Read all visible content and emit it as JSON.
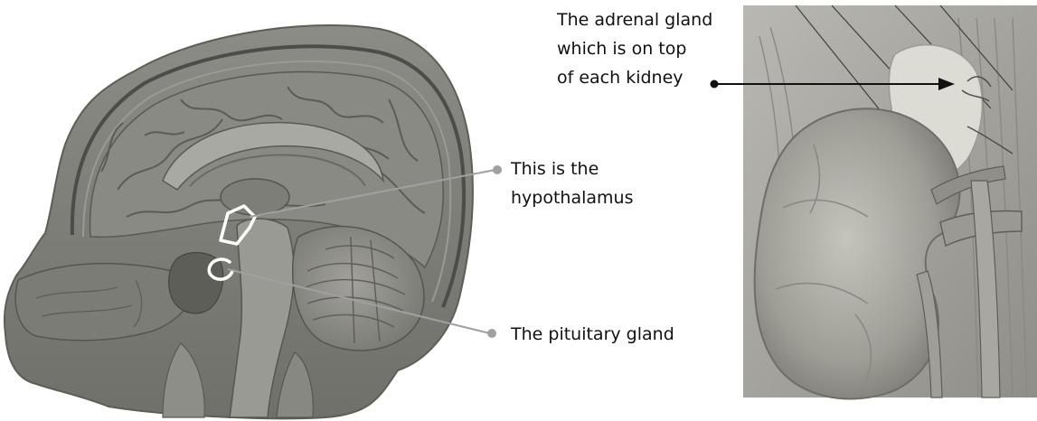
{
  "labels": {
    "adrenal": [
      "The adrenal gland",
      "which is on top",
      "of each kidney"
    ],
    "hypothalamus": [
      "This is the",
      "hypothalamus"
    ],
    "pituitary": [
      "The pituitary gland"
    ]
  },
  "colors": {
    "background": "#ffffff",
    "text": "#111111",
    "pointer_gray": "#a0a0a0",
    "pointer_black": "#111111",
    "outline_white": "#ffffff"
  }
}
